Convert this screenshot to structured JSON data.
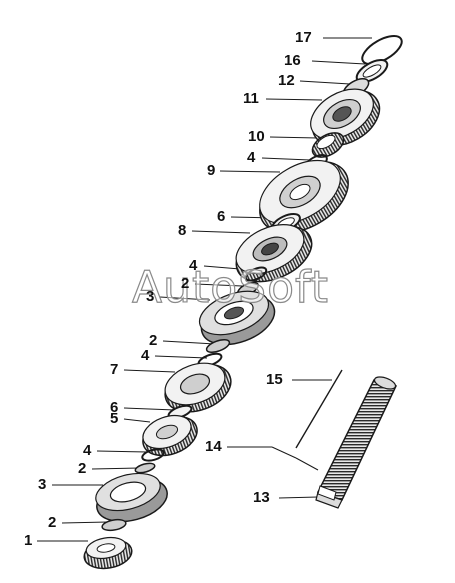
{
  "diagram": {
    "watermark": "AutoSoft",
    "callouts": {
      "c17": "17",
      "c16": "16",
      "c12": "12",
      "c11": "11",
      "c10": "10",
      "c4a": "4",
      "c9": "9",
      "c6a": "6",
      "c8": "8",
      "c4b": "4",
      "c2a": "2",
      "c3a": "3",
      "c2b": "2",
      "c4c": "4",
      "c7": "7",
      "c15": "15",
      "c6b": "6",
      "c5": "5",
      "c14": "14",
      "c4d": "4",
      "c2c": "2",
      "c3b": "3",
      "c13": "13",
      "c2d": "2",
      "c1": "1"
    },
    "colors": {
      "line": "#1a1a1a",
      "part_fill": "#f2f2f2",
      "part_shade": "#9a9a9a",
      "part_dark": "#333333"
    }
  }
}
